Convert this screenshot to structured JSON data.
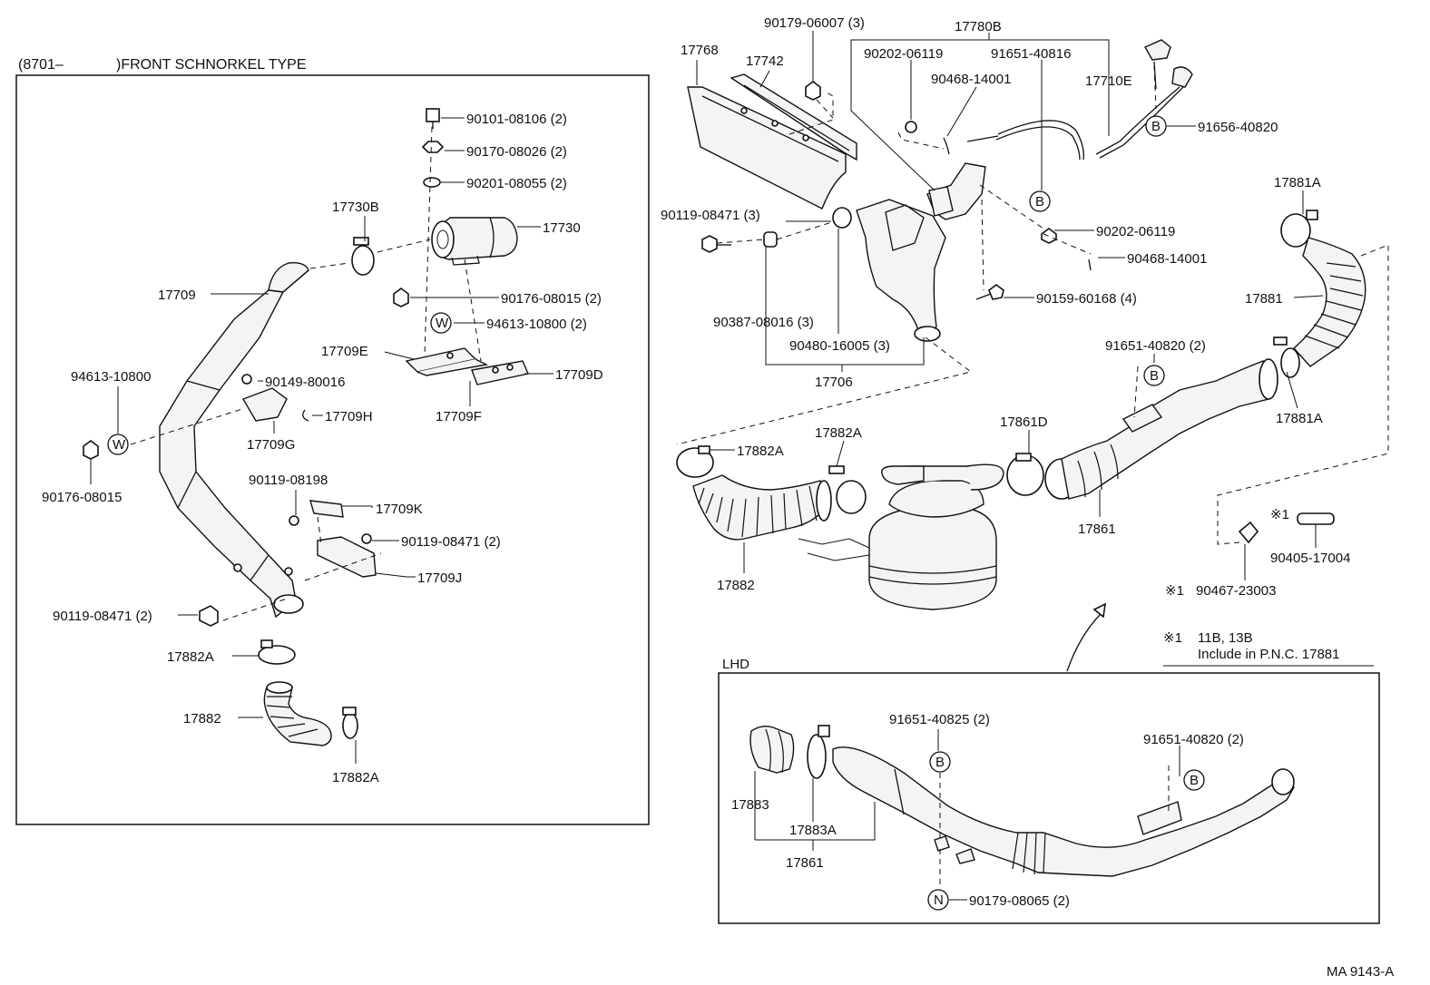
{
  "header": {
    "date_code": "(8701–",
    "type_title": ")FRONT SCHNORKEL TYPE"
  },
  "ref_code": "MA 9143-A",
  "markers": {
    "b": "B",
    "w": "W",
    "n": "N"
  },
  "snorkel": {
    "p1": "90101-08106 (2)",
    "p2": "90170-08026 (2)",
    "p3": "90201-08055 (2)",
    "p4": "17730B",
    "p5": "17730",
    "p6": "17709",
    "p7": "90176-08015 (2)",
    "p8": "94613-10800 (2)",
    "p9": "17709E",
    "p10": "17709D",
    "p11": "17709F",
    "p12": "94613-10800",
    "p13": "90149-80016",
    "p14": "17709H",
    "p15": "17709G",
    "p16": "90176-08015",
    "p17": "90119-08198",
    "p18": "17709K",
    "p19": "90119-08471 (2)",
    "p20": "17709J",
    "p21": "90119-08471 (2)",
    "p22": "17882A",
    "p23": "17882",
    "p24": "17882A"
  },
  "upper": {
    "p1": "17768",
    "p2": "17742",
    "p3": "90179-06007 (3)",
    "p4": "17780B",
    "p5": "90202-06119",
    "p6": "91651-40816",
    "p7": "90468-14001",
    "p8": "17710E",
    "p9": "91656-40820",
    "p10": "90119-08471 (3)",
    "p11": "90202-06119",
    "p12": "90468-14001",
    "p13": "90159-60168 (4)",
    "p14": "90387-08016 (3)",
    "p15": "90480-16005 (3)",
    "p16": "17706"
  },
  "main": {
    "p1": "17881A",
    "p2": "17881",
    "p3": "91651-40820 (2)",
    "p4": "17881A",
    "p5": "17861D",
    "p6": "17882A",
    "p7": "17882A",
    "p8": "17882",
    "p9": "17861",
    "p10": "90405-17004",
    "p11": "90467-23003"
  },
  "note": {
    "mark": "※1",
    "star_a": "※1",
    "star_b": "※1",
    "line1": "11B, 13B",
    "line2": "Include in P.N.C. 17881"
  },
  "lhd": {
    "title": "LHD",
    "p1": "91651-40825 (2)",
    "p2": "91651-40820 (2)",
    "p3": "17883",
    "p4": "17883A",
    "p5": "17861",
    "p6": "90179-08065 (2)"
  }
}
